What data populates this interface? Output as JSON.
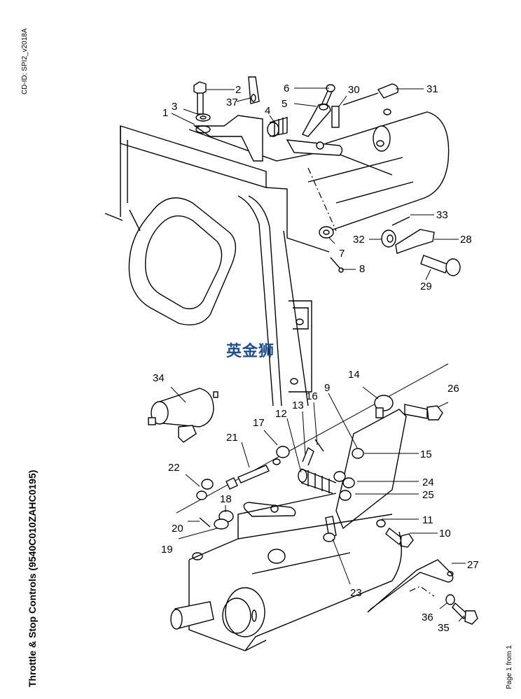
{
  "document": {
    "cd_id": "CD-ID: SPI2_v2018A",
    "title": "Throttle & Stop Controls (9540C010ZAHC0195)",
    "page": "Page 1 from 1",
    "watermark": "英金狮"
  },
  "callouts": [
    {
      "id": "1",
      "label": "1"
    },
    {
      "id": "2",
      "label": "2"
    },
    {
      "id": "3",
      "label": "3"
    },
    {
      "id": "4",
      "label": "4"
    },
    {
      "id": "5",
      "label": "5"
    },
    {
      "id": "6",
      "label": "6"
    },
    {
      "id": "7",
      "label": "7"
    },
    {
      "id": "8",
      "label": "8"
    },
    {
      "id": "9",
      "label": "9"
    },
    {
      "id": "10",
      "label": "10"
    },
    {
      "id": "11",
      "label": "11"
    },
    {
      "id": "12",
      "label": "12"
    },
    {
      "id": "13",
      "label": "13"
    },
    {
      "id": "14",
      "label": "14"
    },
    {
      "id": "15",
      "label": "15"
    },
    {
      "id": "16",
      "label": "16"
    },
    {
      "id": "17",
      "label": "17"
    },
    {
      "id": "18",
      "label": "18"
    },
    {
      "id": "19",
      "label": "19"
    },
    {
      "id": "20",
      "label": "20"
    },
    {
      "id": "21",
      "label": "21"
    },
    {
      "id": "22",
      "label": "22"
    },
    {
      "id": "23",
      "label": "23"
    },
    {
      "id": "24",
      "label": "24"
    },
    {
      "id": "25",
      "label": "25"
    },
    {
      "id": "26",
      "label": "26"
    },
    {
      "id": "27",
      "label": "27"
    },
    {
      "id": "28",
      "label": "28"
    },
    {
      "id": "29",
      "label": "29"
    },
    {
      "id": "30",
      "label": "30"
    },
    {
      "id": "31",
      "label": "31"
    },
    {
      "id": "32",
      "label": "32"
    },
    {
      "id": "33",
      "label": "33"
    },
    {
      "id": "34",
      "label": "34"
    },
    {
      "id": "35",
      "label": "35"
    },
    {
      "id": "36",
      "label": "36"
    },
    {
      "id": "37",
      "label": "37"
    }
  ]
}
